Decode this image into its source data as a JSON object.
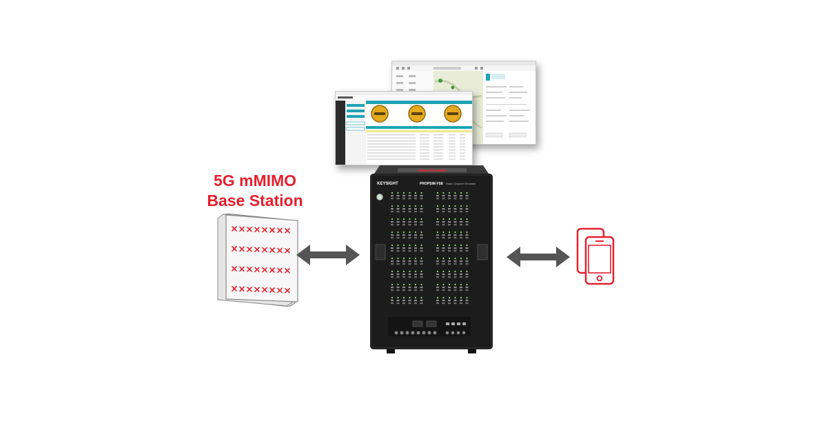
{
  "diagram": {
    "base_station_label": [
      "5G mMIMO",
      "Base Station"
    ],
    "instrument_brand": "KEYSIGHT",
    "instrument_model": "PROPSIM FS8",
    "instrument_subtitle": "Radio Channel Emulator",
    "colors": {
      "accent_red": "#e5202e",
      "arrow_gray": "#555555",
      "instrument_black": "#1c1c1c",
      "dashboard_teal": "#1fa3b4",
      "gauge_gold": "#e5a91d"
    },
    "icons": [
      "antenna-panel-icon",
      "bidirectional-arrow-icon",
      "mobile-phone-icon"
    ]
  }
}
